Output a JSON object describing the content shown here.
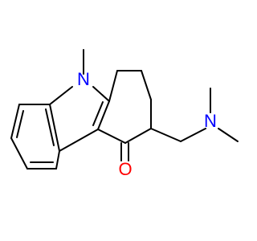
{
  "molecule": {
    "atoms": [
      {
        "id": "N9",
        "symbol": "N",
        "color": "#0000ff"
      },
      {
        "id": "O4",
        "symbol": "O",
        "color": "#ff0000"
      },
      {
        "id": "NMe2",
        "symbol": "N",
        "color": "#0000ff"
      }
    ]
  }
}
